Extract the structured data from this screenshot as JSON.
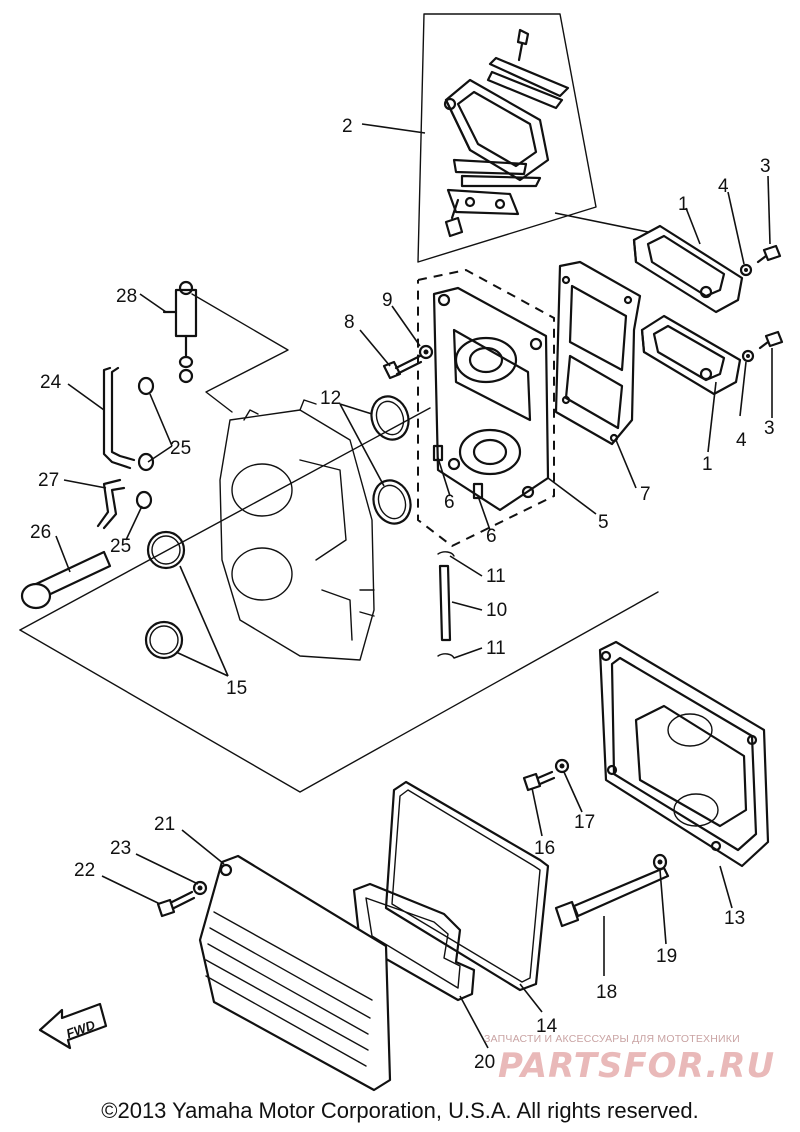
{
  "diagram": {
    "callouts": {
      "c1a": "1",
      "c1b": "1",
      "c2": "2",
      "c3a": "3",
      "c3b": "3",
      "c4a": "4",
      "c4b": "4",
      "c5": "5",
      "c6a": "6",
      "c6b": "6",
      "c7": "7",
      "c8": "8",
      "c9": "9",
      "c10": "10",
      "c11a": "11",
      "c11b": "11",
      "c12": "12",
      "c13": "13",
      "c14": "14",
      "c15": "15",
      "c16": "16",
      "c17": "17",
      "c18": "18",
      "c19": "19",
      "c20": "20",
      "c21": "21",
      "c22": "22",
      "c23": "23",
      "c24": "24",
      "c25a": "25",
      "c25b": "25",
      "c26": "26",
      "c27": "27",
      "c28": "28"
    },
    "fwd_label": "FWD"
  },
  "watermark": {
    "tagline": "ЗАПЧАСТИ И АКСЕССУАРЫ ДЛЯ МОТОТЕХНИКИ",
    "logo": "PARTSFOR.RU"
  },
  "footer": {
    "copyright": "©2013 Yamaha Motor Corporation, U.S.A. All rights reserved."
  }
}
